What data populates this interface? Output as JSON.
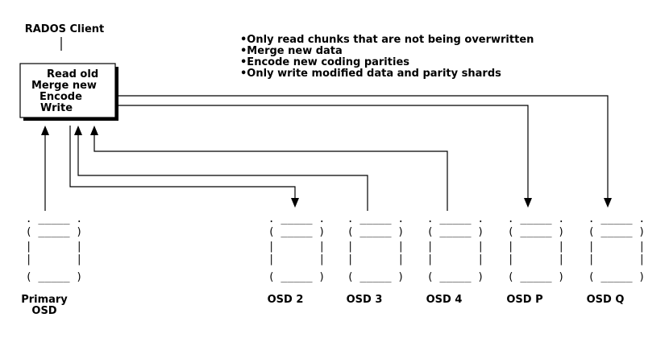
{
  "client": {
    "title": "RADOS Client",
    "steps": [
      "Read old",
      "Merge new",
      "Encode",
      "Write"
    ]
  },
  "notes": [
    "•Only read chunks that are not being overwritten",
    "•Merge new data",
    "•Encode new coding parities",
    "•Only write modified data and parity shards"
  ],
  "disk_glyph": {
    "top": ". _____ .",
    "rim": "( _____ )",
    "side": "|       |",
    "bottom": "( _____ )"
  },
  "osds": [
    {
      "label_lines": [
        "Primary",
        "OSD"
      ]
    },
    {
      "label_lines": [
        "OSD 2"
      ]
    },
    {
      "label_lines": [
        "OSD 3"
      ]
    },
    {
      "label_lines": [
        "OSD 4"
      ]
    },
    {
      "label_lines": [
        "OSD P"
      ]
    },
    {
      "label_lines": [
        "OSD Q"
      ]
    }
  ]
}
